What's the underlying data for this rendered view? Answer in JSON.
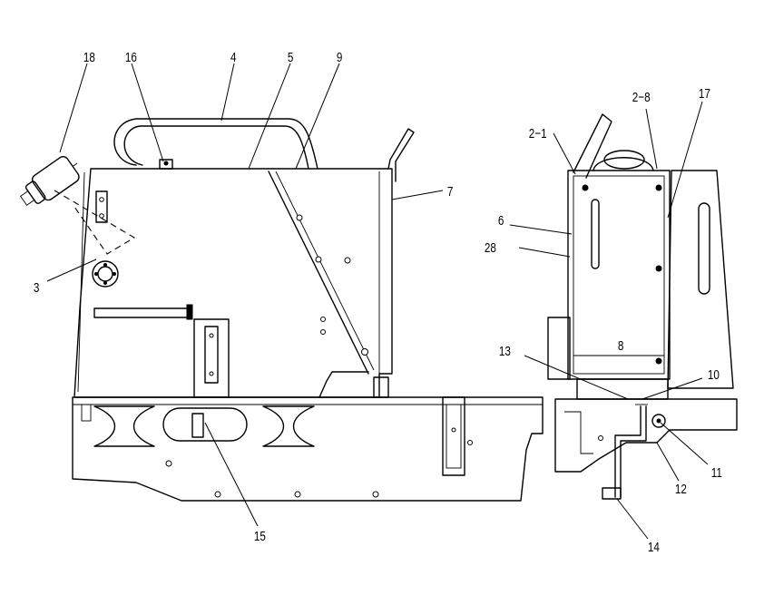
{
  "callouts": {
    "c18": "18",
    "c16": "16",
    "c4": "4",
    "c5": "5",
    "c9": "9",
    "c7": "7",
    "c3": "3",
    "c15": "15",
    "c2_1": "2−1",
    "c2_8": "2−8",
    "c17": "17",
    "c6": "6",
    "c28": "28",
    "c13": "13",
    "c10": "10",
    "c11": "11",
    "c12": "12",
    "c14": "14",
    "panel_mark": "8"
  }
}
